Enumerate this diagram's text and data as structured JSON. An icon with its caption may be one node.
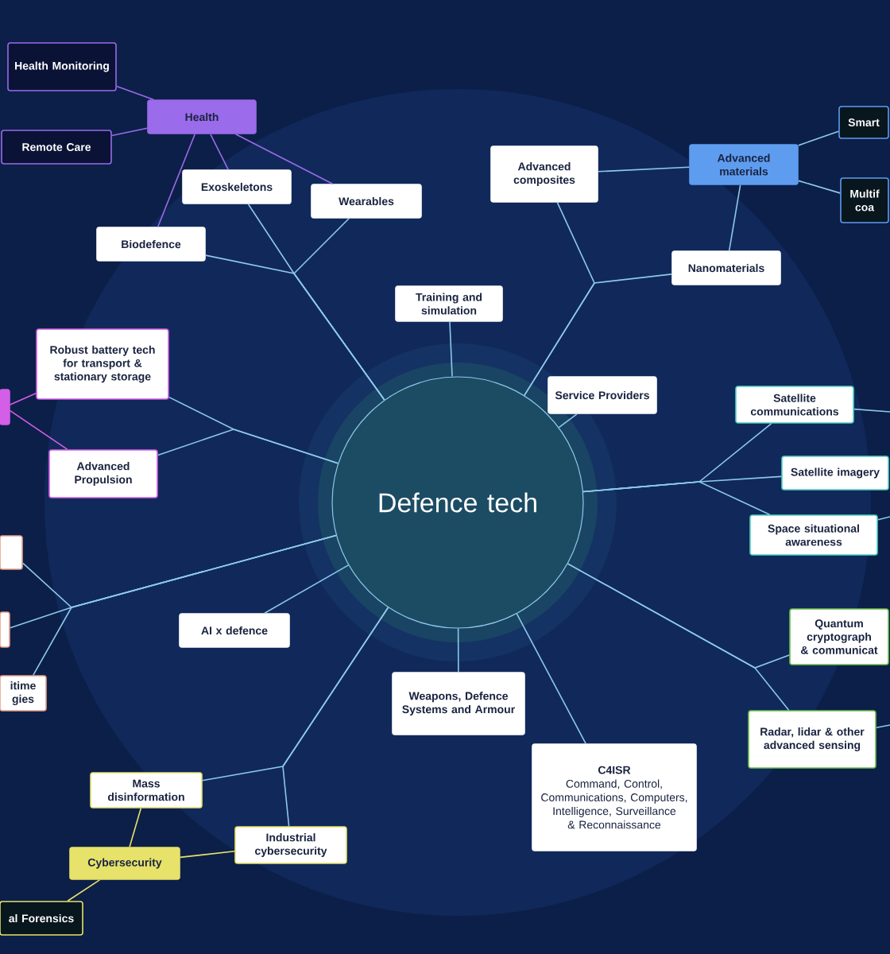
{
  "diagram": {
    "nodes": [
      {
        "text": [
          "Defence tech"
        ]
      },
      {
        "text": [
          "Health"
        ]
      },
      {
        "text": [
          "Health Monitoring"
        ]
      },
      {
        "text": [
          "Remote Care"
        ]
      },
      {
        "text": [
          "Exoskeletons"
        ]
      },
      {
        "text": [
          "Wearables"
        ]
      },
      {
        "text": [
          "Biodefence"
        ]
      },
      {
        "text": [
          "Training and simulation"
        ]
      },
      {
        "text": [
          "Advanced composites"
        ]
      },
      {
        "text": [
          "Advanced materials"
        ]
      },
      {
        "text": [
          "Smart"
        ]
      },
      {
        "text": [
          "Multif coa"
        ]
      },
      {
        "text": [
          "Nanomaterials"
        ]
      },
      {
        "text": [
          "Service Providers"
        ]
      },
      {
        "text": [
          "Satellite communications"
        ]
      },
      {
        "text": [
          "Satellite imagery"
        ]
      },
      {
        "text": [
          "Space situational awareness"
        ]
      },
      {
        "text": [
          "Quantum cryptograph & communicat"
        ]
      },
      {
        "text": [
          "Radar, lidar & other advanced sensing"
        ]
      },
      {
        "text": [
          "Robust battery tech for transport & stationary storage"
        ]
      },
      {
        "text": [
          "Advanced Propulsion"
        ]
      },
      {
        "text": [],
        "shape": "box"
      },
      {
        "text": [],
        "shape": "box"
      },
      {
        "text": [],
        "shape": "box"
      },
      {
        "text": [
          "itime gies"
        ]
      },
      {
        "text": [
          "AI x defence"
        ]
      },
      {
        "text": [
          "Weapons, Defence Systems and Armour"
        ]
      },
      {
        "text": [
          "C4ISR",
          "Command, Control, Communications, Computers, Intelligence, Surveillance & Reconnaissance"
        ]
      },
      {
        "text": [
          "Cybersecurity"
        ]
      },
      {
        "text": [
          "Mass disinformation"
        ]
      },
      {
        "text": [
          "Industrial cybersecurity"
        ]
      },
      {
        "text": [
          "al Forensics"
        ]
      }
    ],
    "edges": [
      {
        "from": 0,
        "to": 4,
        "arrow": "none"
      },
      {
        "from": 0,
        "to": 5,
        "arrow": "none"
      },
      {
        "from": 0,
        "to": 6,
        "arrow": "none"
      },
      {
        "from": 1,
        "to": 2,
        "arrow": "none",
        "color": "#9a6bea"
      },
      {
        "from": 1,
        "to": 3,
        "arrow": "none",
        "color": "#9a6bea"
      },
      {
        "from": 1,
        "to": 4,
        "arrow": "none",
        "color": "#9a6bea"
      },
      {
        "from": 1,
        "to": 5,
        "arrow": "none",
        "color": "#9a6bea"
      },
      {
        "from": 1,
        "to": 6,
        "arrow": "none",
        "color": "#9a6bea"
      },
      {
        "from": 0,
        "to": 7,
        "arrow": "none"
      },
      {
        "from": 0,
        "to": 8,
        "arrow": "none"
      },
      {
        "from": 0,
        "to": 12,
        "arrow": "none"
      },
      {
        "from": 9,
        "to": 8,
        "arrow": "none"
      },
      {
        "from": 9,
        "to": 12,
        "arrow": "none"
      },
      {
        "from": 9,
        "to": 10,
        "arrow": "none"
      },
      {
        "from": 9,
        "to": 11,
        "arrow": "none"
      },
      {
        "from": 0,
        "to": 13,
        "arrow": "none"
      },
      {
        "from": 0,
        "to": 14,
        "arrow": "none"
      },
      {
        "from": 0,
        "to": 15,
        "arrow": "none"
      },
      {
        "from": 0,
        "to": 16,
        "arrow": "none"
      },
      {
        "from": 14,
        "to": null,
        "arrow": "none"
      },
      {
        "from": 16,
        "to": null,
        "arrow": "none"
      },
      {
        "from": 0,
        "to": 17,
        "arrow": "none"
      },
      {
        "from": 0,
        "to": 18,
        "arrow": "none"
      },
      {
        "from": 18,
        "to": null,
        "arrow": "none"
      },
      {
        "from": 0,
        "to": 19,
        "arrow": "none"
      },
      {
        "from": 0,
        "to": 20,
        "arrow": "none"
      },
      {
        "from": 21,
        "to": 19,
        "arrow": "none",
        "color": "#d35ee8"
      },
      {
        "from": 21,
        "to": 20,
        "arrow": "none",
        "color": "#d35ee8"
      },
      {
        "from": 0,
        "to": 22,
        "arrow": "none"
      },
      {
        "from": 0,
        "to": 23,
        "arrow": "none"
      },
      {
        "from": 0,
        "to": 24,
        "arrow": "none"
      },
      {
        "from": 0,
        "to": 25,
        "arrow": "none"
      },
      {
        "from": 0,
        "to": 26,
        "arrow": "none"
      },
      {
        "from": 0,
        "to": 27,
        "arrow": "none"
      },
      {
        "from": 0,
        "to": 29,
        "arrow": "none"
      },
      {
        "from": 0,
        "to": 30,
        "arrow": "none"
      },
      {
        "from": 28,
        "to": 29,
        "arrow": "none",
        "color": "#e6e26a"
      },
      {
        "from": 28,
        "to": 30,
        "arrow": "none",
        "color": "#e6e26a"
      },
      {
        "from": 28,
        "to": 31,
        "arrow": "none",
        "color": "#e6e26a"
      }
    ]
  }
}
